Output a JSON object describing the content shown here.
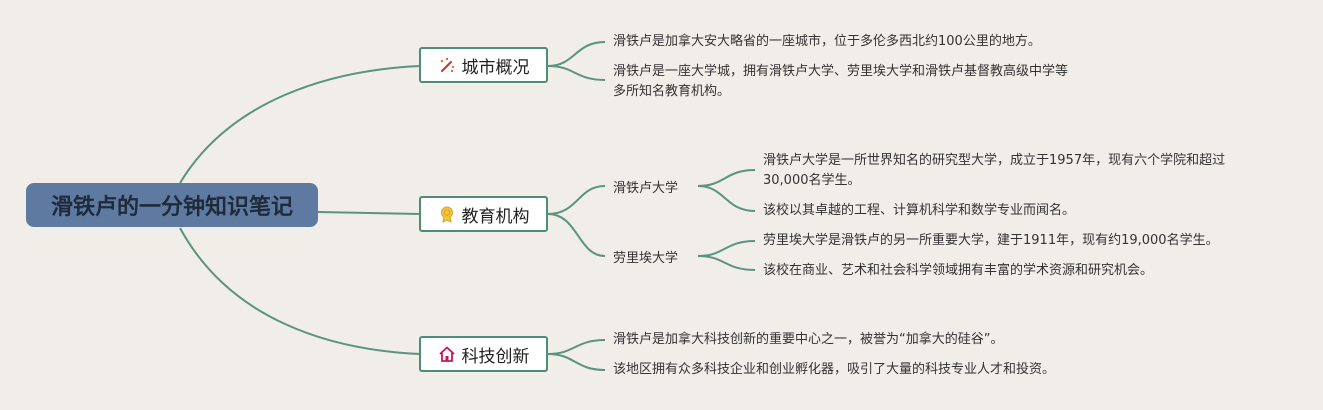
{
  "root": {
    "title": "滑铁卢的一分钟知识笔记"
  },
  "branches": [
    {
      "label": "城市概况",
      "icon": "sparkle-wand-icon",
      "items": [
        "滑铁卢是加拿大安大略省的一座城市，位于多伦多西北约100公里的地方。",
        [
          "滑铁卢是一座大学城，拥有滑铁卢大学、劳里埃大学和滑铁卢基督教高级中学等",
          "多所知名教育机构。"
        ]
      ]
    },
    {
      "label": "教育机构",
      "icon": "award-medal-icon",
      "subs": [
        {
          "label": "滑铁卢大学",
          "items": [
            [
              "滑铁卢大学是一所世界知名的研究型大学，成立于1957年，现有六个学院和超过",
              "30,000名学生。"
            ],
            "该校以其卓越的工程、计算机科学和数学专业而闻名。"
          ]
        },
        {
          "label": "劳里埃大学",
          "items": [
            "劳里埃大学是滑铁卢的另一所重要大学，建于1911年，现有约19,000名学生。",
            "该校在商业、艺术和社会科学领域拥有丰富的学术资源和研究机会。"
          ]
        }
      ]
    },
    {
      "label": "科技创新",
      "icon": "home-icon",
      "items": [
        "滑铁卢是加拿大科技创新的重要中心之一，被誉为“加拿大的硅谷”。",
        "该地区拥有众多科技企业和创业孵化器，吸引了大量的科技专业人才和投资。"
      ]
    }
  ],
  "colors": {
    "line": "#5a9480",
    "root_fill": "#5e7aa0",
    "background": "#f1ede8"
  }
}
